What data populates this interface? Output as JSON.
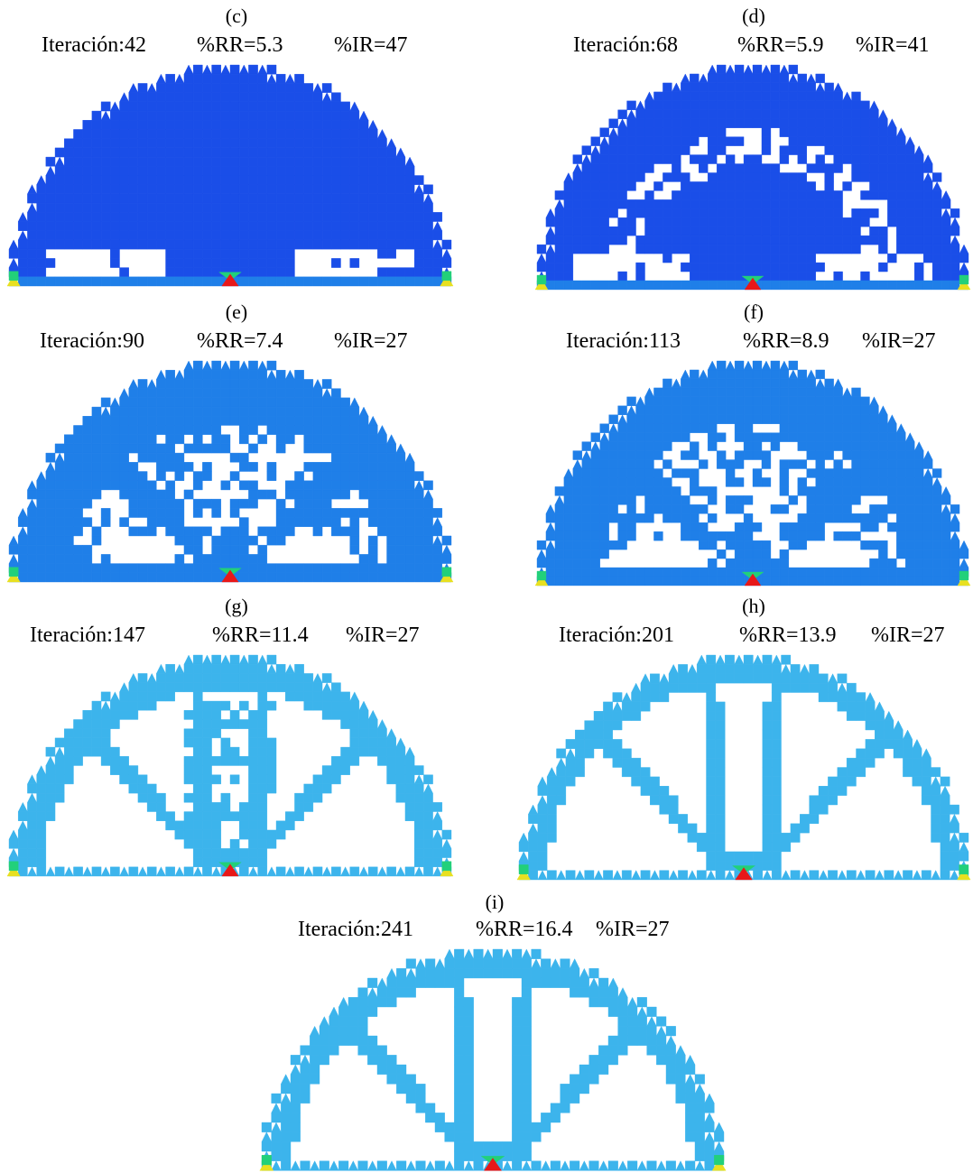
{
  "panels": [
    {
      "id": "c",
      "label": "(c)",
      "iteration": "Iteración:42",
      "rr": "%RR=5.3",
      "ir": "%IR=47",
      "stage": 1
    },
    {
      "id": "d",
      "label": "(d)",
      "iteration": "Iteración:68",
      "rr": "%RR=5.9",
      "ir": "%IR=41",
      "stage": 2
    },
    {
      "id": "e",
      "label": "(e)",
      "iteration": "Iteración:90",
      "rr": "%RR=7.4",
      "ir": "%IR=27",
      "stage": 3
    },
    {
      "id": "f",
      "label": "(f)",
      "iteration": "Iteración:113",
      "rr": "%RR=8.9",
      "ir": "%IR=27",
      "stage": 4
    },
    {
      "id": "g",
      "label": "(g)",
      "iteration": "Iteración:147",
      "rr": "%RR=11.4",
      "ir": "%IR=27",
      "stage": 5
    },
    {
      "id": "h",
      "label": "(h)",
      "iteration": "Iteración:201",
      "rr": "%RR=13.9",
      "ir": "%IR=27",
      "stage": 6
    },
    {
      "id": "i",
      "label": "(i)",
      "iteration": "Iteración:241",
      "rr": "%RR=16.4",
      "ir": "%IR=27",
      "stage": 7
    }
  ],
  "colors": {
    "dense": "#1a4ee8",
    "medium": "#1f7fe8",
    "light": "#3cb4ec",
    "support_green": "#22d07a",
    "support_yellow": "#e8e020",
    "load_red": "#e81818"
  }
}
